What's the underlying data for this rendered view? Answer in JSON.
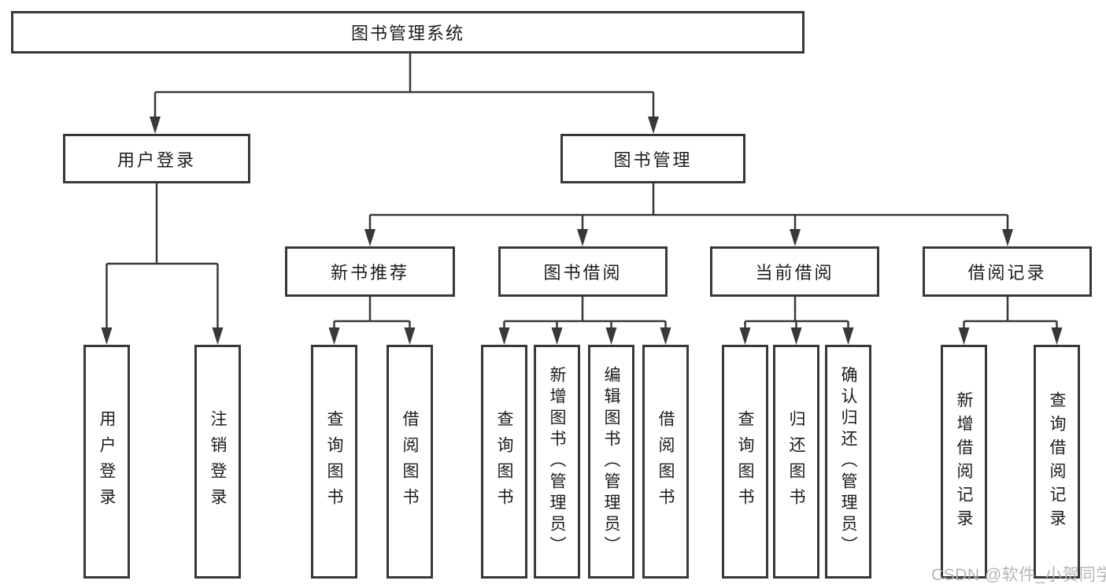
{
  "diagram": {
    "title_node": {
      "label": "图书管理系统"
    },
    "level2": [
      {
        "label": "用户登录"
      },
      {
        "label": "图书管理"
      }
    ],
    "level3": [
      {
        "label": "新书推荐"
      },
      {
        "label": "图书借阅"
      },
      {
        "label": "当前借阅"
      },
      {
        "label": "借阅记录"
      }
    ],
    "leaves": [
      {
        "label": "用户登录"
      },
      {
        "label": "注销登录"
      },
      {
        "label": "查询图书"
      },
      {
        "label": "借阅图书"
      },
      {
        "label": "查询图书"
      },
      {
        "label": "新增图书（管理员）"
      },
      {
        "label": "编辑图书（管理员）"
      },
      {
        "label": "借阅图书"
      },
      {
        "label": "查询图书"
      },
      {
        "label": "归还图书"
      },
      {
        "label": "确认归还（管理员）"
      },
      {
        "label": "新增借阅记录"
      },
      {
        "label": "查询借阅记录"
      }
    ],
    "watermark": "CSDN @软件_小贺同学"
  },
  "colors": {
    "line": "#383838",
    "text": "#1c1c1c",
    "watermark": "#b2b2b2",
    "background": "#ffffff"
  }
}
